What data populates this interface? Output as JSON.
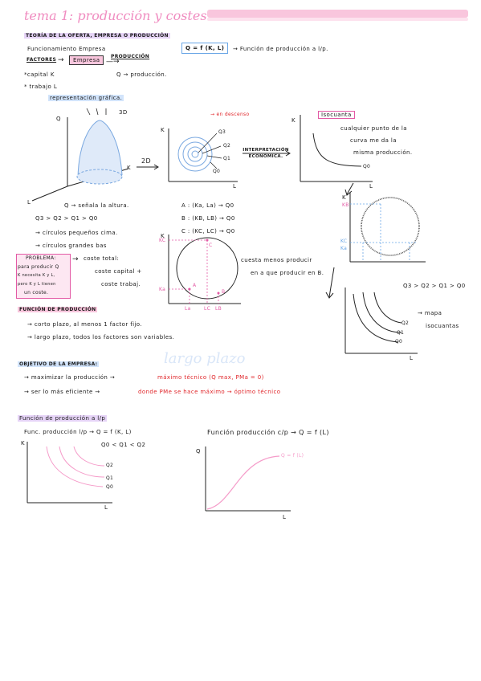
{
  "title": {
    "main": "tema 1: producción y costes"
  },
  "section1": {
    "heading": "TEORÍA DE LA OFERTA, EMPRESA O PRODUCCIÓN",
    "funcionamiento": "Funcionamiento Empresa",
    "formula_box": "Q = f (K, L)",
    "formula_desc": "→ Función de producción a l/p.",
    "factores": "FACTORES",
    "empresa": "Empresa",
    "produccion": "PRODUCCIÓN",
    "capital": "*capital K",
    "trabajo": "* trabajo L",
    "q_produccion": "Q → producción."
  },
  "section2": {
    "heading": "representación gráfica.",
    "label_3d": "3D",
    "label_2d": "2D",
    "axis_q": "Q",
    "axis_k": "K",
    "axis_l": "L",
    "q_senala": "Q → señala la altura.",
    "orden_q": "Q3 > Q2 > Q1 > Q0",
    "circ_peq": "→ círculos pequeños cima.",
    "circ_gra": "→ círculos grandes bas",
    "en_descenso": "→ en descenso",
    "q3": "Q3",
    "q2": "Q2",
    "q1": "Q1",
    "q0": "Q0",
    "interp": "INTERPRETACIÓN ECONÓMICA.",
    "isocuanta_title": "Isocuanta",
    "isocuanta_desc": [
      "cualquier punto de la",
      "curva me da la",
      "misma producción."
    ],
    "pts": [
      "A : (Ka, La) → Q0",
      "B : (KB, LB) → Q0",
      "C : (KC, LC) → Q0"
    ],
    "problema": [
      "PROBLEMA:",
      "para producir Q",
      "K necesita K y L,",
      "pero K y L tienen",
      "un coste."
    ],
    "coste_total": "coste total:",
    "coste_capital": "coste capital +",
    "coste_trabajo": "coste trabaj.",
    "cuesta_menos": [
      "cuesta menos producir",
      "en a que producir en B."
    ],
    "ka": "Ka",
    "kc": "KC",
    "kb": "KB",
    "la": "La",
    "lc": "LC",
    "lb": "LB",
    "a": "A",
    "b": "B",
    "c": "C",
    "mapa_order": "Q3 > Q2 > Q1 > Q0",
    "mapa": [
      "→ mapa",
      "isocuantas"
    ]
  },
  "section3": {
    "heading": "FUNCIÓN DE PRODUCCIÓN",
    "corto": "→ corto plazo, al menos 1 factor fijo.",
    "largo": "→ largo plazo, todos los factores son variables."
  },
  "largo_plazo": "largo plazo",
  "section4": {
    "heading": "OBJETIVO DE LA EMPRESA:",
    "line1_black": "→ maximizar la producción →",
    "line1_red": "máximo técnico  (Q max, PMa = 0)",
    "line2_black": "→ ser lo más eficiente →",
    "line2_red": "donde PMe se hace máximo → óptimo técnico"
  },
  "section5": {
    "heading": "Función de producción a l/p",
    "func_lp": "Func. producción l/p →  Q = f (K, L)",
    "func_cp": "Función producción c/p →  Q = f (L)",
    "order": "Q0 < Q1 < Q2",
    "k": "K",
    "l": "L",
    "q": "Q",
    "q2": "Q2",
    "q1": "Q1",
    "q0": "Q0",
    "curve_label": "Q = f (L)"
  },
  "colors": {
    "pink": "#f9c6dd",
    "purple": "#e6d4f7",
    "blue": "#d2e4fb",
    "red": "#e0262a",
    "curve_pink": "#f59bc9",
    "dash_blue": "#6aa6e6"
  }
}
